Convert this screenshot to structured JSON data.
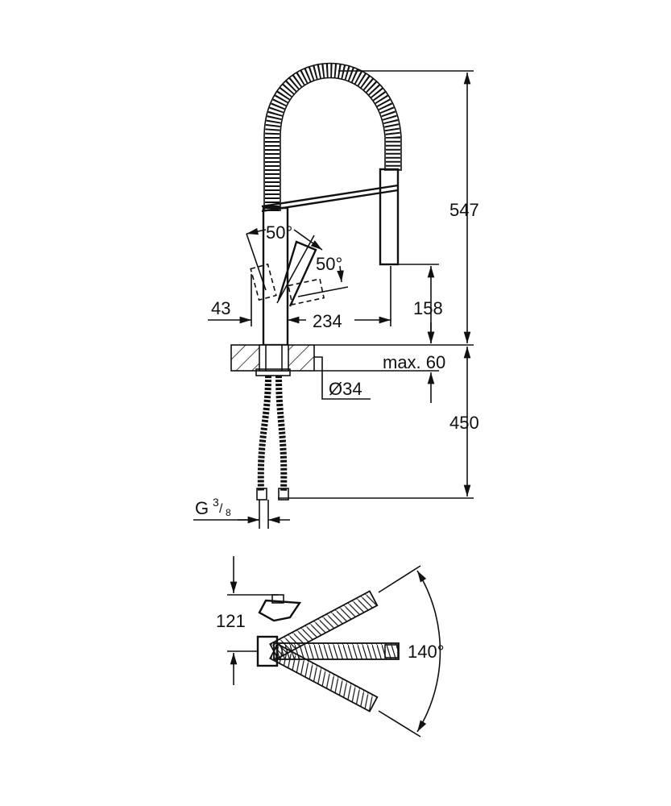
{
  "drawing": {
    "side_view": {
      "spout_swivel_angle": "50°",
      "lever_angle": "50°",
      "lever_offset": "43",
      "spout_reach": "234",
      "spout_outlet_height": "158",
      "total_height": "547",
      "max_counter_thickness": "max. 60",
      "mounting_hole_diameter": "Ø34",
      "hose_length": "450",
      "connection_thread": "G",
      "connection_thread_fraction_num": "3",
      "connection_thread_fraction_den": "8"
    },
    "top_view": {
      "lever_depth": "121",
      "swivel_range": "140°"
    }
  }
}
